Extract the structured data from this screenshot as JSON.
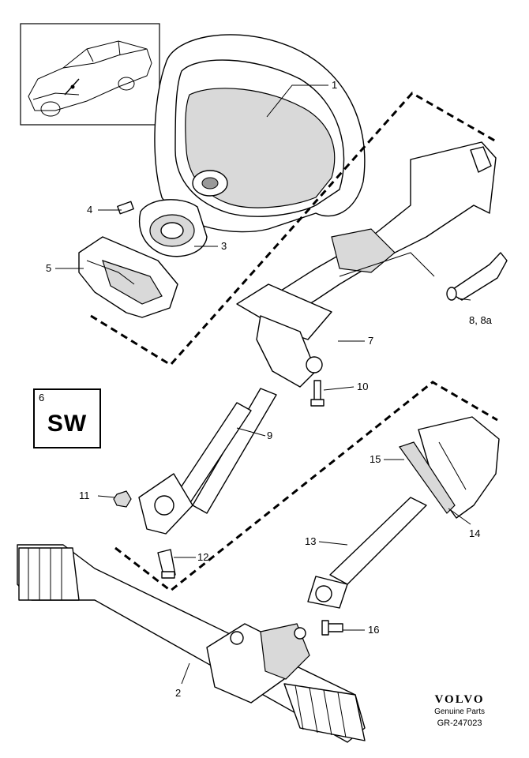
{
  "callouts": {
    "c1": "1",
    "c2": "2",
    "c3": "3",
    "c4": "4",
    "c5": "5",
    "c7": "7",
    "c8": "8, 8a",
    "c9": "9",
    "c10": "10",
    "c11": "11",
    "c12": "12",
    "c13": "13",
    "c14": "14",
    "c15": "15",
    "c16": "16"
  },
  "variant_box": {
    "number": "6",
    "code": "SW"
  },
  "brand": {
    "logo": "VOLVO",
    "subtitle": "Genuine Parts",
    "reference": "GR-247023"
  },
  "icons": [
    "car-locator-icon",
    "steering-wheel",
    "steering-column",
    "steering-rack"
  ]
}
